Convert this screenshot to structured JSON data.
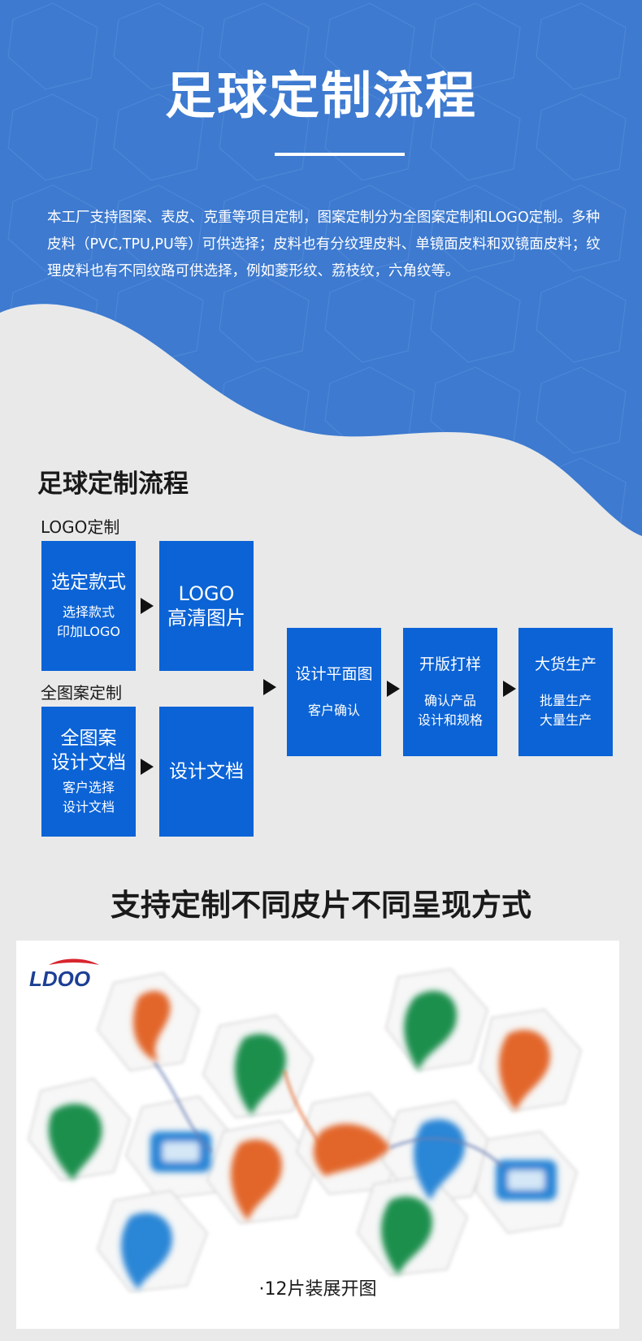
{
  "hero": {
    "title": "足球定制流程",
    "description": "本工厂支持图案、表皮、克重等项目定制，图案定制分为全图案定制和LOGO定制。多种皮料（PVC,TPU,PU等）可供选择；皮料也有分纹理皮料、单镜面皮料和双镜面皮料；纹理皮料也有不同纹路可供选择，例如菱形纹、荔枝纹，六角纹等。"
  },
  "flow": {
    "title": "足球定制流程",
    "logo_group": {
      "label": "LOGO定制",
      "step1": {
        "title": "选定款式",
        "sub": [
          "选择款式",
          "印加LOGO"
        ]
      },
      "step2": {
        "title": [
          "LOGO",
          "高清图片"
        ]
      }
    },
    "full_group": {
      "label": "全图案定制",
      "step1": {
        "title": [
          "全图案",
          "设计文档"
        ],
        "sub": [
          "客户选择",
          "设计文档"
        ]
      },
      "step2": {
        "title": "设计文档"
      }
    },
    "common": [
      {
        "title": "设计平面图",
        "sub": [
          "客户确认"
        ]
      },
      {
        "title": "开版打样",
        "sub": [
          "确认产品",
          "设计和规格"
        ]
      },
      {
        "title": "大货生产",
        "sub": [
          "批量生产",
          "大量生产"
        ]
      }
    ]
  },
  "panels": {
    "title": "支持定制不同皮片不同呈现方式",
    "brand": "LDOO",
    "caption": "·12片装展开图"
  },
  "colors": {
    "hero_blue": "#3d7ad0",
    "step_blue": "#0b63d6",
    "page_bg": "#e9e9ea",
    "panel_orange": "#e2662a",
    "panel_green": "#1f8f4d",
    "panel_blue": "#2a86d6"
  }
}
